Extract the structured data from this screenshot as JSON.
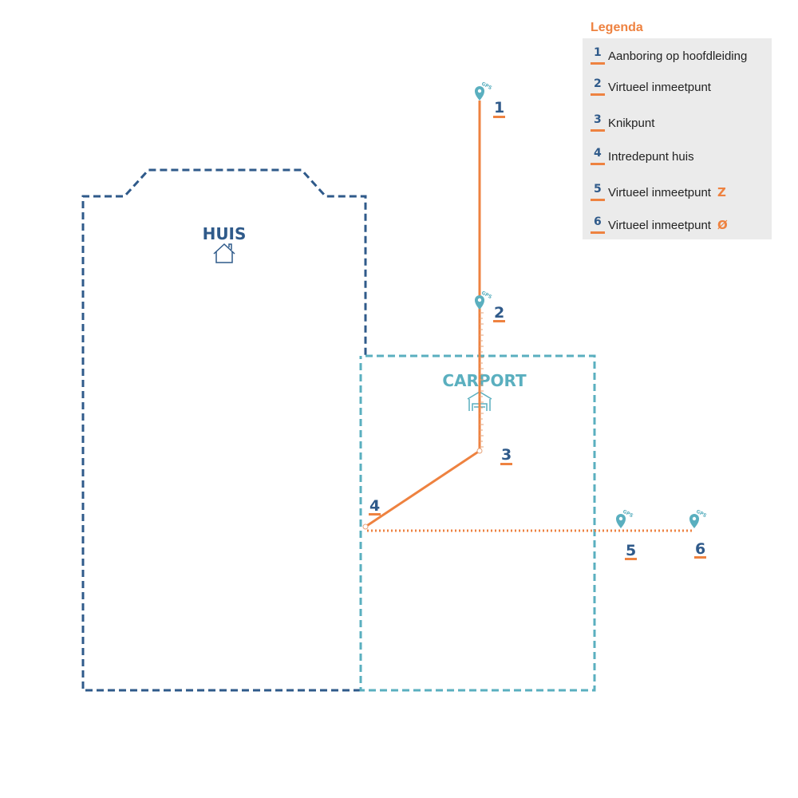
{
  "buildings": {
    "house": {
      "label": "HUIS",
      "color": "#2f5a8a"
    },
    "carport": {
      "label": "CARPORT",
      "color": "#5aafbf"
    }
  },
  "line_color": "#ee8240",
  "gps_label": "GPS",
  "points": [
    {
      "number": "1"
    },
    {
      "number": "2"
    },
    {
      "number": "3"
    },
    {
      "number": "4"
    },
    {
      "number": "5"
    },
    {
      "number": "6"
    }
  ],
  "legend": {
    "title": "Legenda",
    "items": [
      {
        "number": "1",
        "text": "Aanboring op hoofdleiding",
        "symbol": ""
      },
      {
        "number": "2",
        "text": "Virtueel inmeetpunt",
        "symbol": ""
      },
      {
        "number": "3",
        "text": "Knikpunt",
        "symbol": ""
      },
      {
        "number": "4",
        "text": "Intredepunt huis",
        "symbol": ""
      },
      {
        "number": "5",
        "text": "Virtueel inmeetpunt",
        "symbol": "Z"
      },
      {
        "number": "6",
        "text": "Virtueel inmeetpunt",
        "symbol": "Ø"
      }
    ]
  }
}
